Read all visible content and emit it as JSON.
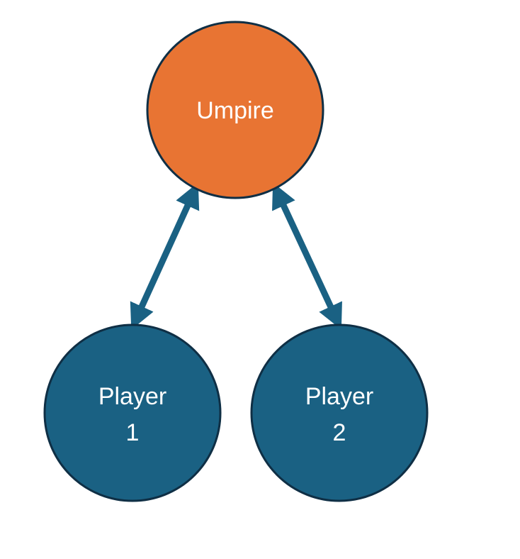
{
  "colors": {
    "umpire_fill": "#E87433",
    "player_fill": "#1A6183",
    "node_stroke": "#0F2F45",
    "arrow": "#1A6183",
    "label_text": "#FFFFFF"
  },
  "nodes": {
    "umpire": {
      "label": "Umpire"
    },
    "player1": {
      "label_line1": "Player",
      "label_line2": "1"
    },
    "player2": {
      "label_line1": "Player",
      "label_line2": "2"
    }
  },
  "edges": [
    {
      "from": "umpire",
      "to": "player1",
      "direction": "bidirectional"
    },
    {
      "from": "umpire",
      "to": "player2",
      "direction": "bidirectional"
    }
  ]
}
